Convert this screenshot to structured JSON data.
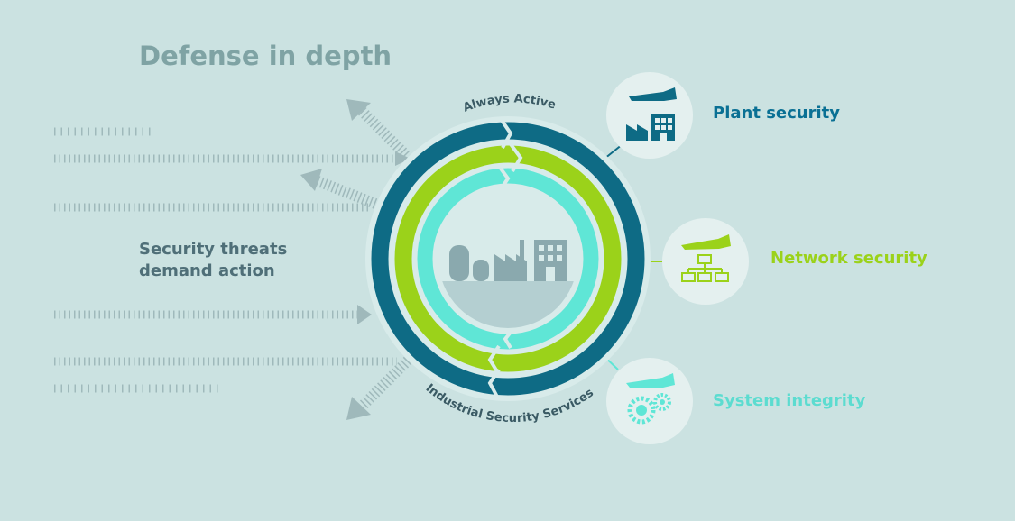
{
  "title": "Defense in depth",
  "threats": {
    "line1": "Security threats",
    "line2": "demand action"
  },
  "ring": {
    "top_label": "Always Active",
    "bottom_label": "Industrial Security Services"
  },
  "layers": [
    {
      "label": "Plant security",
      "icon": "hand-factory-icon",
      "color": "#0a7094"
    },
    {
      "label": "Network security",
      "icon": "hand-network-icon",
      "color": "#9bd21a"
    },
    {
      "label": "System integrity",
      "icon": "hand-gears-icon",
      "color": "#5cdcd0"
    }
  ],
  "colors": {
    "background": "#cbe2e1",
    "outer_ring": "#0e6b85",
    "middle_ring": "#9bd21a",
    "inner_ring": "#5fe6d6",
    "core": "#b4cfd1",
    "text_grey": "#4f6f78",
    "title_grey": "#7fa3a4"
  }
}
